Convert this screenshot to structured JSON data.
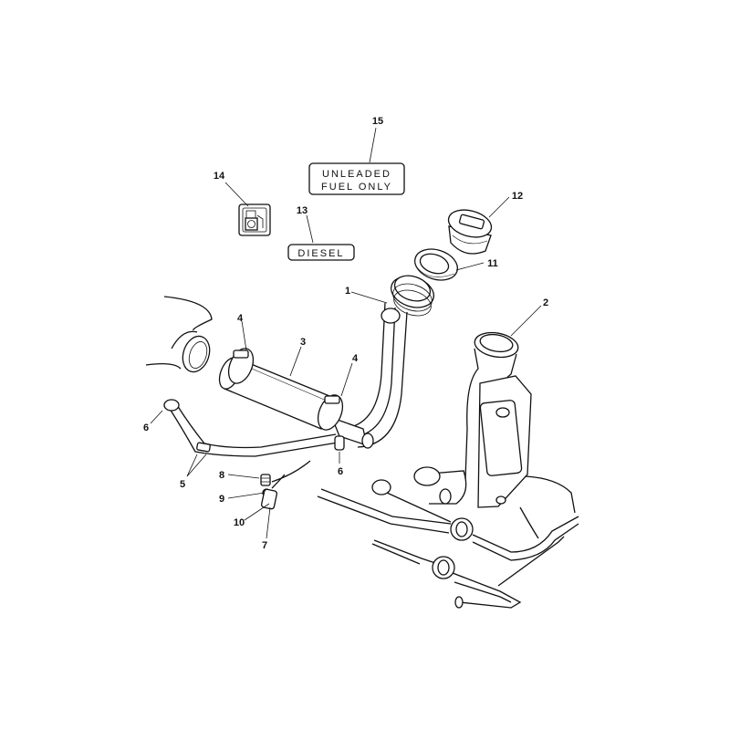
{
  "decals": {
    "unleaded_line1": "UNLEADED",
    "unleaded_line2": "FUEL ONLY",
    "diesel": "DIESEL"
  },
  "callouts": {
    "c1": "1",
    "c2": "2",
    "c3": "3",
    "c4a": "4",
    "c4b": "4",
    "c5": "5",
    "c6a": "6",
    "c6b": "6",
    "c7": "7",
    "c8": "8",
    "c9": "9",
    "c10": "10",
    "c11": "11",
    "c12": "12",
    "c13": "13",
    "c14": "14",
    "c15": "15"
  }
}
